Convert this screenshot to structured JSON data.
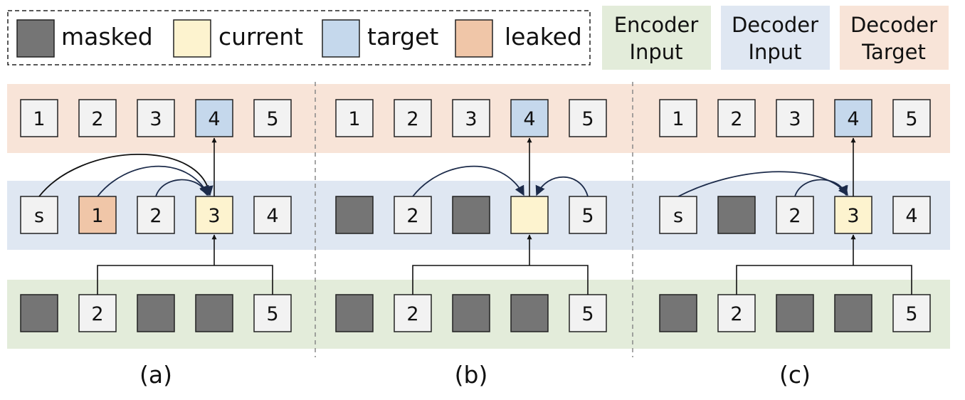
{
  "legend": {
    "masked": "masked",
    "current": "current",
    "target": "target",
    "leaked": "leaked"
  },
  "headers": {
    "encoder_input": [
      "Encoder",
      "Input"
    ],
    "decoder_input": [
      "Decoder",
      "Input"
    ],
    "decoder_target": [
      "Decoder",
      "Target"
    ]
  },
  "colors": {
    "masked": "#757575",
    "current": "#fdf3cf",
    "target": "#c5d8ec",
    "leaked": "#f0c6a8",
    "token": "#f2f2f2",
    "encoder_band": "#e3ecda",
    "decoder_input_band": "#dfe7f2",
    "decoder_target_band": "#f8e4d8",
    "arrow": "#1c2b4a"
  },
  "panels": [
    {
      "caption": "(a)",
      "target_row": [
        "1",
        "2",
        "3",
        "4",
        "5"
      ],
      "decoder_row": [
        "s",
        "1",
        "2",
        "3",
        "4"
      ],
      "encoder_row": [
        "",
        "2",
        "",
        "",
        "5"
      ]
    },
    {
      "caption": "(b)",
      "target_row": [
        "1",
        "2",
        "3",
        "4",
        "5"
      ],
      "decoder_row": [
        "",
        "2",
        "",
        "",
        "5"
      ],
      "encoder_row": [
        "",
        "2",
        "",
        "",
        "5"
      ]
    },
    {
      "caption": "(c)",
      "target_row": [
        "1",
        "2",
        "3",
        "4",
        "5"
      ],
      "decoder_row": [
        "s",
        "",
        "2",
        "3",
        "4"
      ],
      "encoder_row": [
        "",
        "2",
        "",
        "",
        "5"
      ]
    }
  ]
}
